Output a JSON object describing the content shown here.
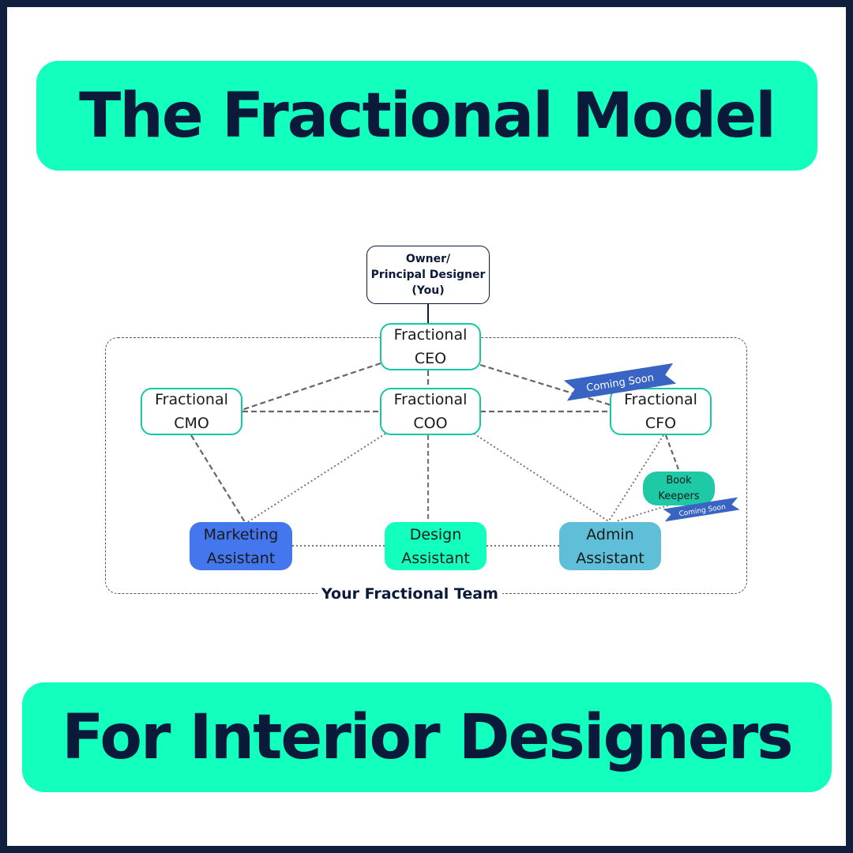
{
  "title": "The Fractional Model",
  "subtitle": "For Interior Designers",
  "owner": {
    "line1": "Owner/",
    "line2": "Principal Designer",
    "line3": "(You)"
  },
  "team_label": "Your Fractional Team",
  "nodes": {
    "ceo": {
      "line1": "Fractional",
      "line2": "CEO"
    },
    "cmo": {
      "line1": "Fractional",
      "line2": "CMO"
    },
    "coo": {
      "line1": "Fractional",
      "line2": "COO"
    },
    "cfo": {
      "line1": "Fractional",
      "line2": "CFO"
    },
    "marketing": {
      "line1": "Marketing",
      "line2": "Assistant"
    },
    "design": {
      "line1": "Design",
      "line2": "Assistant"
    },
    "admin": {
      "line1": "Admin",
      "line2": "Assistant"
    },
    "bookkeepers": {
      "line1": "Book",
      "line2": "Keepers"
    }
  },
  "ribbons": {
    "cfo": "Coming Soon",
    "bookkeepers": "Coming Soon"
  },
  "colors": {
    "accent": "#12ffbd",
    "navy": "#0b1a3a",
    "marketing": "#4477ee",
    "design": "#12ffbd",
    "admin": "#5fbfd9",
    "bookkeepers": "#1ec9a5",
    "ribbon": "#3a64c4"
  }
}
